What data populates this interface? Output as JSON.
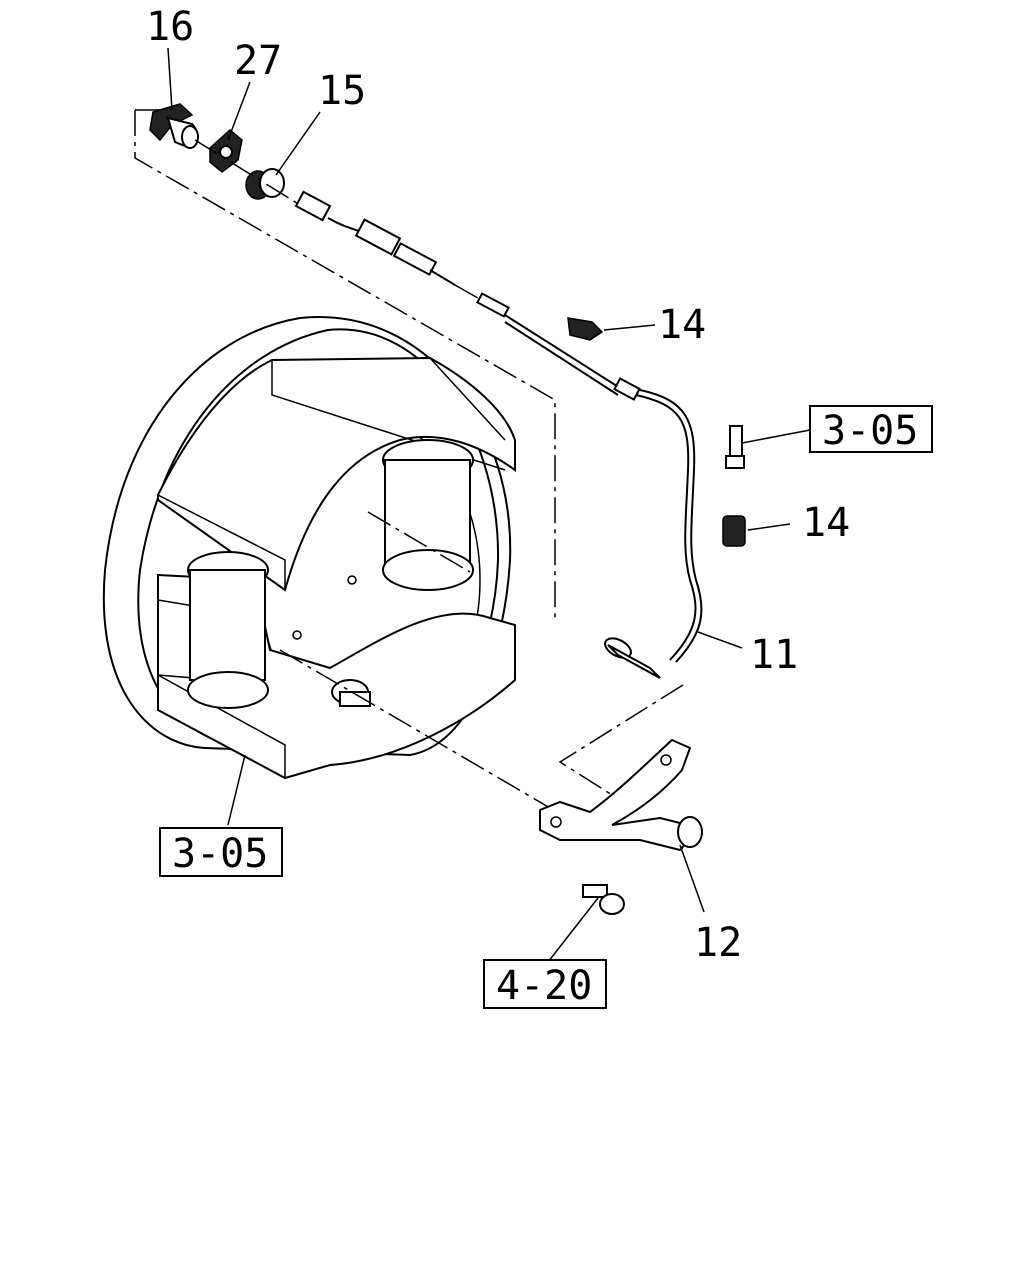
{
  "callouts": {
    "c16": "16",
    "c27": "27",
    "c15": "15",
    "c14a": "14",
    "c14b": "14",
    "c11": "11",
    "c12": "12"
  },
  "refs": {
    "r305_right": "3-05",
    "r305_left": "3-05",
    "r420": "4-20"
  }
}
